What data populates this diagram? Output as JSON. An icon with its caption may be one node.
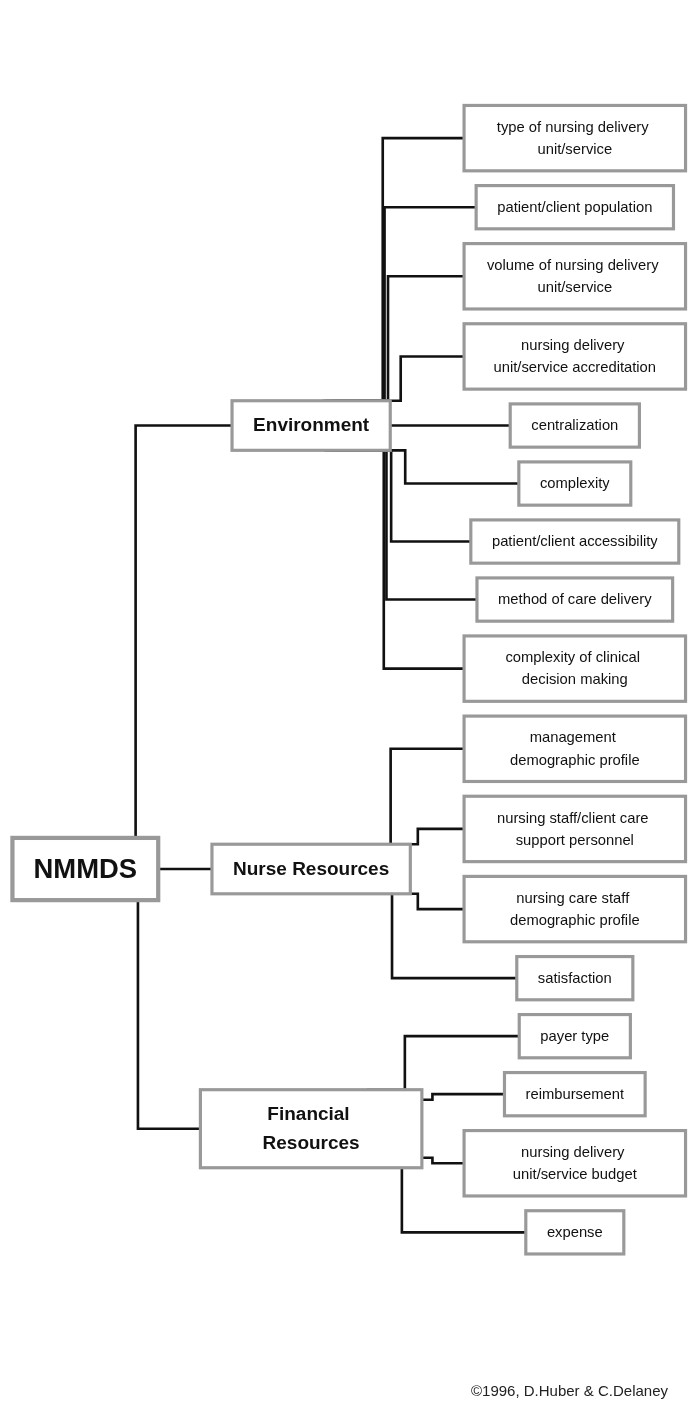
{
  "diagram": {
    "nodes": [
      {
        "text": [
          "NMMDS"
        ]
      },
      {
        "text": [
          "Environment"
        ]
      },
      {
        "text": [
          "Nurse Resources"
        ]
      },
      {
        "text": [
          "Financial Resources"
        ]
      },
      {
        "text": [
          "type of nursing delivery unit/service"
        ]
      },
      {
        "text": [
          "patient/client population"
        ]
      },
      {
        "text": [
          "volume of nursing delivery unit/service"
        ]
      },
      {
        "text": [
          "nursing delivery unit/service accreditation"
        ]
      },
      {
        "text": [
          "centralization"
        ]
      },
      {
        "text": [
          "complexity"
        ]
      },
      {
        "text": [
          "patient/client accessibility"
        ]
      },
      {
        "text": [
          "method of care delivery"
        ]
      },
      {
        "text": [
          "complexity of clinical decision making"
        ]
      },
      {
        "text": [
          "management demographic profile"
        ]
      },
      {
        "text": [
          "nursing staff/client care support personnel"
        ]
      },
      {
        "text": [
          "nursing care staff demographic profile"
        ]
      },
      {
        "text": [
          "satisfaction"
        ]
      },
      {
        "text": [
          "payer type"
        ]
      },
      {
        "text": [
          "reimbursement"
        ]
      },
      {
        "text": [
          "nursing delivery unit/service budget"
        ]
      },
      {
        "text": [
          "expense"
        ]
      }
    ],
    "edges": [
      {
        "from": 0,
        "to": 1,
        "arrow": "none"
      },
      {
        "from": 0,
        "to": 2,
        "arrow": "none"
      },
      {
        "from": 0,
        "to": 3,
        "arrow": "none"
      },
      {
        "from": 1,
        "to": 4,
        "arrow": "none"
      },
      {
        "from": 1,
        "to": 5,
        "arrow": "none"
      },
      {
        "from": 1,
        "to": 6,
        "arrow": "none"
      },
      {
        "from": 1,
        "to": 7,
        "arrow": "none"
      },
      {
        "from": 1,
        "to": 8,
        "arrow": "none"
      },
      {
        "from": 1,
        "to": 9,
        "arrow": "none"
      },
      {
        "from": 1,
        "to": 10,
        "arrow": "none"
      },
      {
        "from": 1,
        "to": 11,
        "arrow": "none"
      },
      {
        "from": 1,
        "to": 12,
        "arrow": "none"
      },
      {
        "from": 2,
        "to": 13,
        "arrow": "none"
      },
      {
        "from": 2,
        "to": 14,
        "arrow": "none"
      },
      {
        "from": 2,
        "to": 15,
        "arrow": "none"
      },
      {
        "from": 2,
        "to": 16,
        "arrow": "none"
      },
      {
        "from": 3,
        "to": 17,
        "arrow": "none"
      },
      {
        "from": 3,
        "to": 18,
        "arrow": "none"
      },
      {
        "from": 3,
        "to": 19,
        "arrow": "none"
      },
      {
        "from": 3,
        "to": 20,
        "arrow": "none"
      }
    ],
    "labels": [
      "©1996, D.Huber & C.Delaney"
    ]
  }
}
